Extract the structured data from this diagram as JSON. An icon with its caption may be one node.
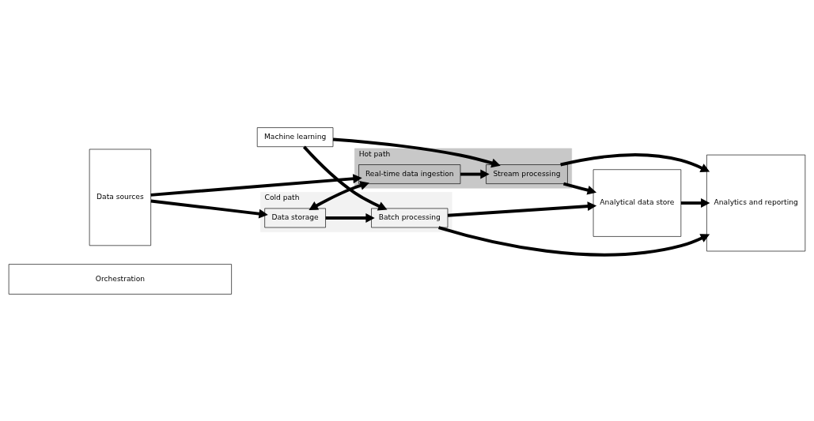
{
  "diagram": {
    "nodes": [
      {
        "text": [
          "Data sources"
        ]
      },
      {
        "text": [
          "Cold path"
        ]
      },
      {
        "text": [
          "Data storage"
        ],
        "in": 1
      },
      {
        "text": [
          "Batch processing"
        ],
        "in": 1
      },
      {
        "text": [
          "Machine learning"
        ]
      },
      {
        "text": [
          "Hot path"
        ]
      },
      {
        "text": [
          "Real-time data ingestion"
        ],
        "in": 5
      },
      {
        "text": [
          "Stream processing"
        ],
        "in": 5
      },
      {
        "text": [
          "Analytical data store"
        ]
      },
      {
        "text": [
          "Analytics and reporting"
        ]
      },
      {
        "text": [
          "Orchestration"
        ]
      }
    ],
    "edges": [
      {
        "from": 0,
        "to": 2,
        "arrow": "to"
      },
      {
        "from": 0,
        "to": 6,
        "arrow": "to"
      },
      {
        "from": 2,
        "to": 3,
        "arrow": "to"
      },
      {
        "from": 2,
        "to": 6,
        "arrow": "both"
      },
      {
        "from": 4,
        "to": 3,
        "arrow": "to"
      },
      {
        "from": 4,
        "to": 7,
        "arrow": "to"
      },
      {
        "from": 6,
        "to": 7,
        "arrow": "to"
      },
      {
        "from": 3,
        "to": 9,
        "arrow": "to"
      },
      {
        "from": 3,
        "to": 8,
        "arrow": "to"
      },
      {
        "from": 7,
        "to": 8,
        "arrow": "to"
      },
      {
        "from": 7,
        "to": 9,
        "arrow": "to"
      },
      {
        "from": 8,
        "to": 9,
        "arrow": "to"
      }
    ]
  }
}
